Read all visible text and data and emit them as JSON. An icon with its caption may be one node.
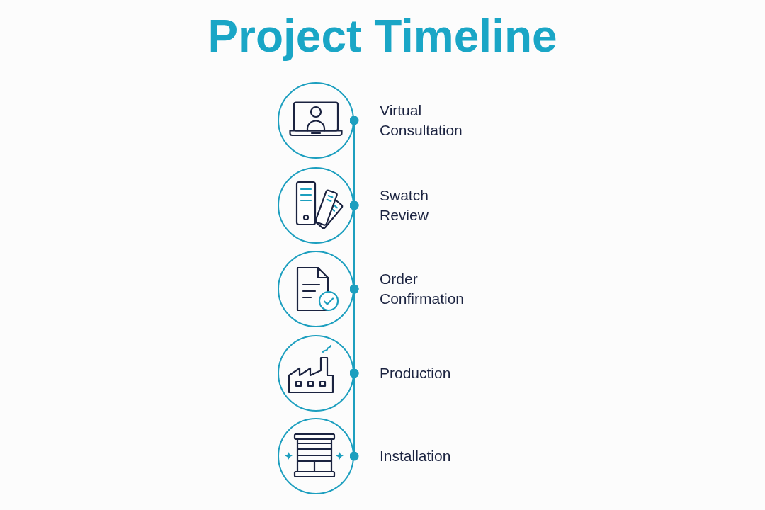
{
  "diagram": {
    "title": "Project Timeline",
    "nodes": [
      {
        "text": [],
        "shape": "circle",
        "beside": [
          "Virtual Consultation"
        ]
      },
      {
        "text": [],
        "shape": "circle",
        "beside": [
          "Swatch Review"
        ]
      },
      {
        "text": [],
        "shape": "circle",
        "beside": [
          "Order Confirmation"
        ]
      },
      {
        "text": [],
        "shape": "circle",
        "beside": [
          "Production"
        ]
      },
      {
        "text": [],
        "shape": "circle",
        "beside": [
          "Installation"
        ]
      }
    ],
    "edges": [
      {
        "from": 0,
        "to": 1,
        "arrow": "other"
      },
      {
        "from": 1,
        "to": 2,
        "arrow": "other"
      },
      {
        "from": 2,
        "to": 3,
        "arrow": "other"
      },
      {
        "from": 3,
        "to": 4,
        "arrow": "other"
      }
    ]
  }
}
